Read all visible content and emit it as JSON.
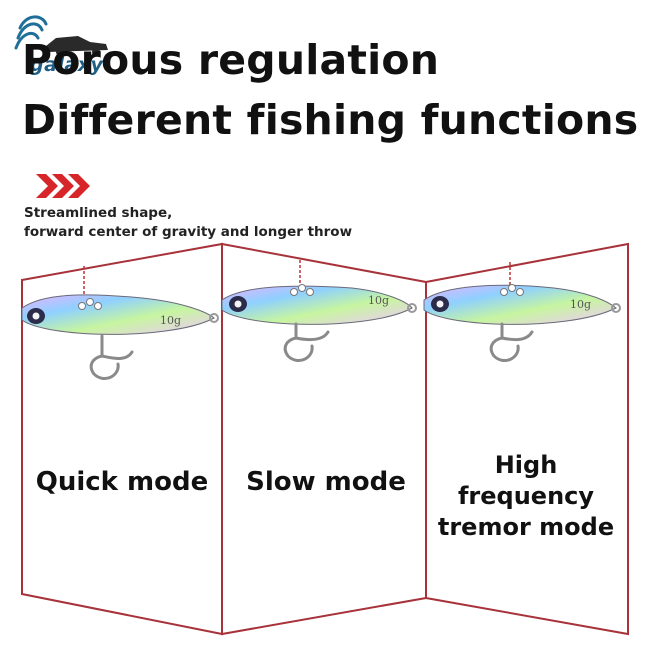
{
  "headline": {
    "line1": "Porous regulation",
    "line2": "Different fishing functions"
  },
  "logo": {
    "text": "galaxy",
    "color": "#1f5f86"
  },
  "caption": {
    "line1": "Streamlined shape,",
    "line2": "forward center of gravity and longer throw"
  },
  "lure": {
    "weight_label": "10g"
  },
  "modes": [
    "Quick mode",
    "Slow mode",
    "High frequency tremor mode"
  ],
  "colors": {
    "accent_red": "#d6262a",
    "panel_border": "#a8323a"
  }
}
